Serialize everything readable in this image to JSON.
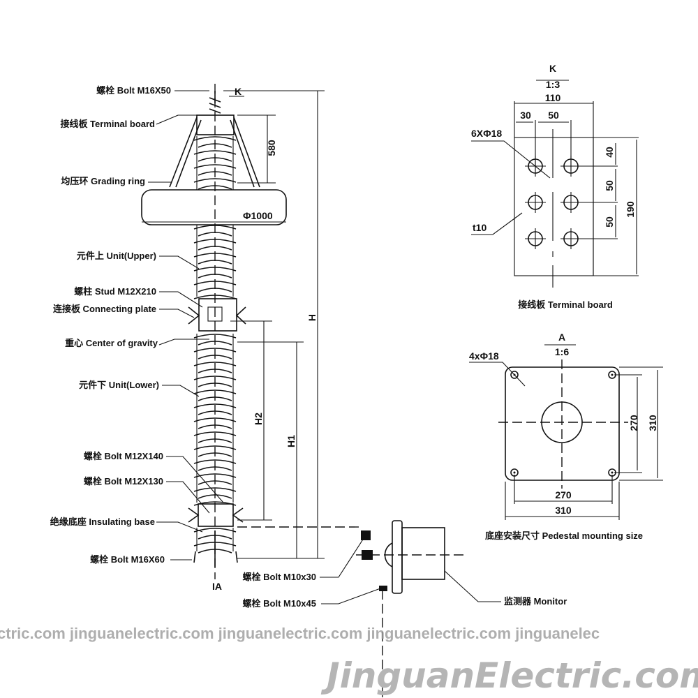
{
  "labels": {
    "bolt_top": "螺栓 Bolt M16X50",
    "terminal_board": "接线板 Terminal board",
    "grading_ring": "均压环 Grading ring",
    "unit_upper": "元件上 Unit(Upper)",
    "stud": "螺柱 Stud M12X210",
    "connecting_plate": "连接板 Connecting plate",
    "center_gravity": "重心 Center of gravity",
    "unit_lower": "元件下 Unit(Lower)",
    "bolt_140": "螺栓 Bolt M12X140",
    "bolt_130": "螺栓 Bolt M12X130",
    "insulating_base": "绝缘底座 Insulating base",
    "bolt_bottom": "螺栓 Bolt M16X60",
    "bolt_m10x30": "螺栓 Bolt M10x30",
    "bolt_m10x45": "螺栓 Bolt M10x45",
    "monitor": "监测器 Monitor"
  },
  "main_dims": {
    "k_mark": "K",
    "d580": "580",
    "ring_dia": "Φ1000",
    "h": "H",
    "h1": "H1",
    "h2": "H2",
    "a_mark": "A"
  },
  "terminal_detail": {
    "view": "K",
    "scale": "1:3",
    "width": "110",
    "d30": "30",
    "d50": "50",
    "holes": "6XΦ18",
    "thickness": "t10",
    "v40": "40",
    "v50a": "50",
    "v50b": "50",
    "height": "190",
    "caption": "接线板 Terminal board"
  },
  "pedestal_detail": {
    "view": "A",
    "scale": "1:6",
    "holes": "4xΦ18",
    "v270": "270",
    "v310": "310",
    "h270": "270",
    "h310": "310",
    "caption": "底座安装尺寸 Pedestal mounting size"
  },
  "watermark": {
    "strip": "ctric.com jinguanelectric.com jinguanelectric.com jinguanelectric.com jinguanelec",
    "brand": "JinguanElectric.com"
  }
}
